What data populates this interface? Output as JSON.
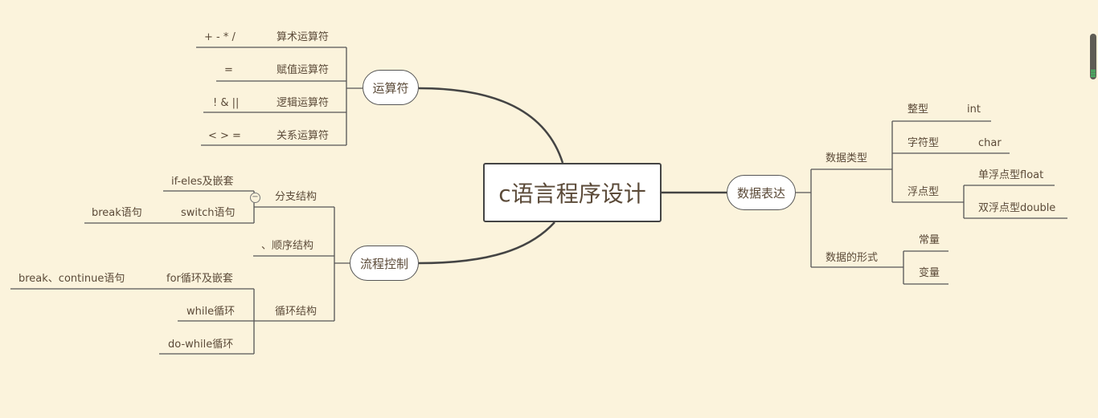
{
  "root": "c语言程序设计",
  "operators": {
    "label": "运算符",
    "items": [
      {
        "label": "算术运算符",
        "detail": "+ -  * /"
      },
      {
        "label": "赋值运算符",
        "detail": "="
      },
      {
        "label": "逻辑运算符",
        "detail": "! & ||"
      },
      {
        "label": "关系运算符",
        "detail": "< > ="
      }
    ]
  },
  "flow": {
    "label": "流程控制",
    "branch": {
      "label": "分支结构",
      "children": [
        "if-eles及嵌套",
        "switch语句"
      ],
      "switch_child": "break语句",
      "collapse_symbol": "−"
    },
    "sequence": {
      "label": "、顺序结构"
    },
    "loop": {
      "label": "循环结构",
      "children": [
        "for循环及嵌套",
        "while循环",
        "do-while循环"
      ],
      "for_child": "break、continue语句"
    }
  },
  "data": {
    "label": "数据表达",
    "types": {
      "label": "数据类型",
      "int": {
        "label": "整型",
        "child": "int"
      },
      "char": {
        "label": "字符型",
        "child": "char"
      },
      "float": {
        "label": "浮点型",
        "children": [
          "单浮点型float",
          "双浮点型double"
        ]
      }
    },
    "forms": {
      "label": "数据的形式",
      "children": [
        "常量",
        "变量"
      ]
    }
  }
}
